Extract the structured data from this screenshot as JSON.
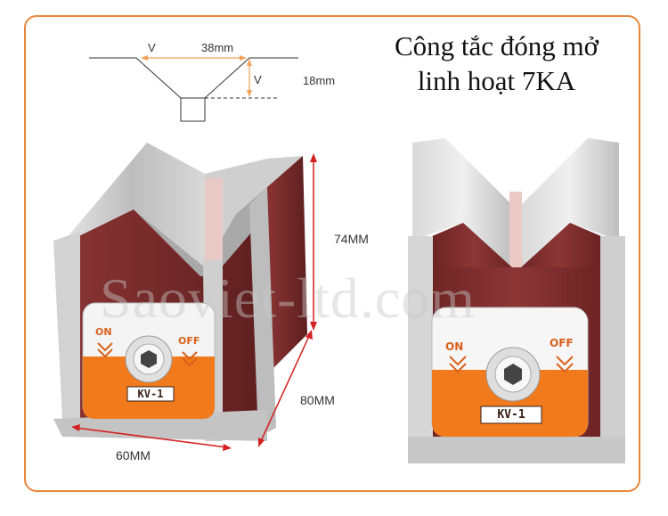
{
  "title": "Công tắc đóng mở linh hoạt 7KA",
  "diagram": {
    "v_left": "V",
    "v_right": "V",
    "width_label": "38mm",
    "depth_label": "18mm"
  },
  "dimensions": {
    "height": "74MM",
    "depth": "80MM",
    "width": "60MM"
  },
  "product": {
    "on_label": "ON",
    "off_label": "OFF",
    "model": "KV-1"
  },
  "watermark": "Saoviet-ltd.com",
  "colors": {
    "frame": "#e8873a",
    "orange": "#f07a1c",
    "maroon": "#7a2a2a",
    "steel": "#c9c9c9",
    "arrow": "#d42020"
  }
}
